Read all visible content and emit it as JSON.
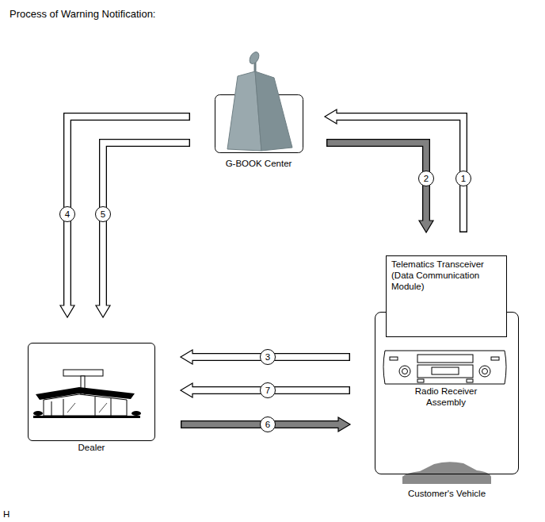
{
  "diagram": {
    "title": "Process of Warning Notification:",
    "nodes": [
      {
        "text": [
          "G-BOOK Center"
        ]
      },
      {
        "text": [
          "Customer's Vehicle"
        ]
      },
      {
        "text": [
          "Telematics Transceiver (Data Communication Module)"
        ],
        "in": 1
      },
      {
        "text": [
          "Dealer"
        ]
      }
    ],
    "edges": [
      {
        "from": 2,
        "to": 0,
        "arrow": "to",
        "label": "1"
      },
      {
        "from": 0,
        "to": 2,
        "arrow": "to",
        "label": "2"
      },
      {
        "from": 1,
        "to": 3,
        "arrow": "to",
        "label": "3"
      },
      {
        "from": 0,
        "to": 3,
        "arrow": "to",
        "label": "4"
      },
      {
        "from": 0,
        "to": 3,
        "arrow": "to",
        "label": "5"
      },
      {
        "from": 3,
        "to": 1,
        "arrow": "to",
        "label": "6"
      },
      {
        "from": 1,
        "to": 3,
        "arrow": "to",
        "label": "7"
      }
    ],
    "labels": [
      "Radio Receiver Assembly",
      "H"
    ]
  }
}
